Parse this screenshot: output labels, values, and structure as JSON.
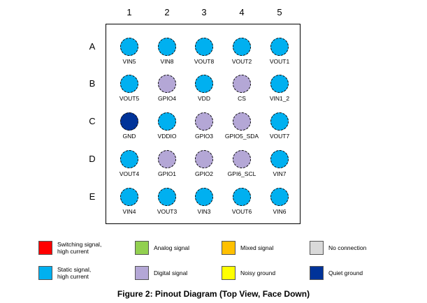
{
  "columns": [
    "1",
    "2",
    "3",
    "4",
    "5"
  ],
  "rows": [
    "A",
    "B",
    "C",
    "D",
    "E"
  ],
  "balls": [
    [
      {
        "label": "VIN5",
        "type": "static"
      },
      {
        "label": "VIN8",
        "type": "static"
      },
      {
        "label": "VOUT8",
        "type": "static"
      },
      {
        "label": "VOUT2",
        "type": "static"
      },
      {
        "label": "VOUT1",
        "type": "static"
      }
    ],
    [
      {
        "label": "VOUT5",
        "type": "static"
      },
      {
        "label": "GPIO4",
        "type": "digital"
      },
      {
        "label": "VDD",
        "type": "static"
      },
      {
        "label": "CS",
        "type": "digital"
      },
      {
        "label": "VIN1_2",
        "type": "static"
      }
    ],
    [
      {
        "label": "GND",
        "type": "quiet_ground"
      },
      {
        "label": "VDDIO",
        "type": "static"
      },
      {
        "label": "GPIO3",
        "type": "digital"
      },
      {
        "label": "GPIO5_SDA",
        "type": "digital"
      },
      {
        "label": "VOUT7",
        "type": "static"
      }
    ],
    [
      {
        "label": "VOUT4",
        "type": "static"
      },
      {
        "label": "GPIO1",
        "type": "digital"
      },
      {
        "label": "GPIO2",
        "type": "digital"
      },
      {
        "label": "GPI6_SCL",
        "type": "digital"
      },
      {
        "label": "VIN7",
        "type": "static"
      }
    ],
    [
      {
        "label": "VIN4",
        "type": "static"
      },
      {
        "label": "VOUT3",
        "type": "static"
      },
      {
        "label": "VIN3",
        "type": "static"
      },
      {
        "label": "VOUT6",
        "type": "static"
      },
      {
        "label": "VIN6",
        "type": "static"
      }
    ]
  ],
  "legend": [
    {
      "key": "switching",
      "label": "Switching signal,\nhigh current",
      "color": "#ff0000"
    },
    {
      "key": "analog",
      "label": "Analog signal",
      "color": "#92d050"
    },
    {
      "key": "mixed",
      "label": "Mixed signal",
      "color": "#ffc000"
    },
    {
      "key": "nc",
      "label": "No connection",
      "color": "#d9d9d9"
    },
    {
      "key": "static",
      "label": "Static signal,\nhigh current",
      "color": "#00b0f0"
    },
    {
      "key": "digital",
      "label": "Digital signal",
      "color": "#b4a7d6"
    },
    {
      "key": "noisy_ground",
      "label": "Noisy ground",
      "color": "#ffff00"
    },
    {
      "key": "quiet_ground",
      "label": "Quiet ground",
      "color": "#003399"
    }
  ],
  "colors": {
    "static": "#00b0f0",
    "digital": "#b4a7d6",
    "quiet_ground": "#003399"
  },
  "caption": "Figure 2: Pinout Diagram (Top View, Face Down)"
}
